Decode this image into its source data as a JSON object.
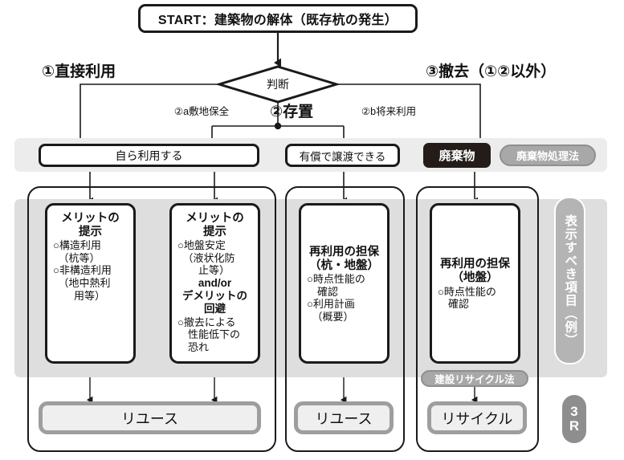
{
  "diagram": {
    "title_box": {
      "label": "START：建築物の解体（既存杭の発生）"
    },
    "decision": {
      "label": "判断"
    },
    "branches": {
      "left": "①直接利用",
      "right": "③撤去（①②以外）",
      "center": "②存置",
      "sub_a": "②a敷地保全",
      "sub_b": "②b将来利用"
    },
    "row2": {
      "self_use": "自ら利用する",
      "transfer": "有償で譲渡できる",
      "waste": "廃棄物",
      "waste_law_pill": "廃棄物処理法"
    },
    "details": [
      {
        "name": "merit-structural",
        "title": "メリットの\n提示",
        "body": "○構造利用\n　（杭等）\n○非構造利用\n　（地中熱利\n　　用等）"
      },
      {
        "name": "merit-ground",
        "title": "メリットの\n提示",
        "body": "○地盤安定\n　（液状化防\n　　止等）",
        "mid": "and/or\nデメリットの\n回避",
        "body2": "○撤去による\n　性能低下の\n　恐れ"
      },
      {
        "name": "reuse-assurance-pile-ground",
        "title": "再利用の担保\n（杭・地盤）",
        "body": "○時点性能の\n　確認\n○利用計画\n　（概要）"
      },
      {
        "name": "reuse-assurance-ground",
        "title": "再利用の担保\n（地盤）",
        "body": "○時点性能の\n　確認"
      }
    ],
    "recycle_law_pill": "建設リサイクル法",
    "outcomes": [
      {
        "name": "reuse-1",
        "label": "リユース"
      },
      {
        "name": "reuse-2",
        "label": "リユース"
      },
      {
        "name": "recycle",
        "label": "リサイクル"
      }
    ],
    "side_label": "表示すべき項目（例）",
    "badge_3r": {
      "line1": "3",
      "line2": "R"
    },
    "colors": {
      "ink": "#1a1a1a",
      "waste_dark": "#241c18",
      "pill_gray": "#a8a8a8",
      "band_light": "#ececec",
      "band_dark": "#dedede",
      "outcome_border": "#9e9e9e",
      "outcome_fill": "#efefef"
    }
  }
}
